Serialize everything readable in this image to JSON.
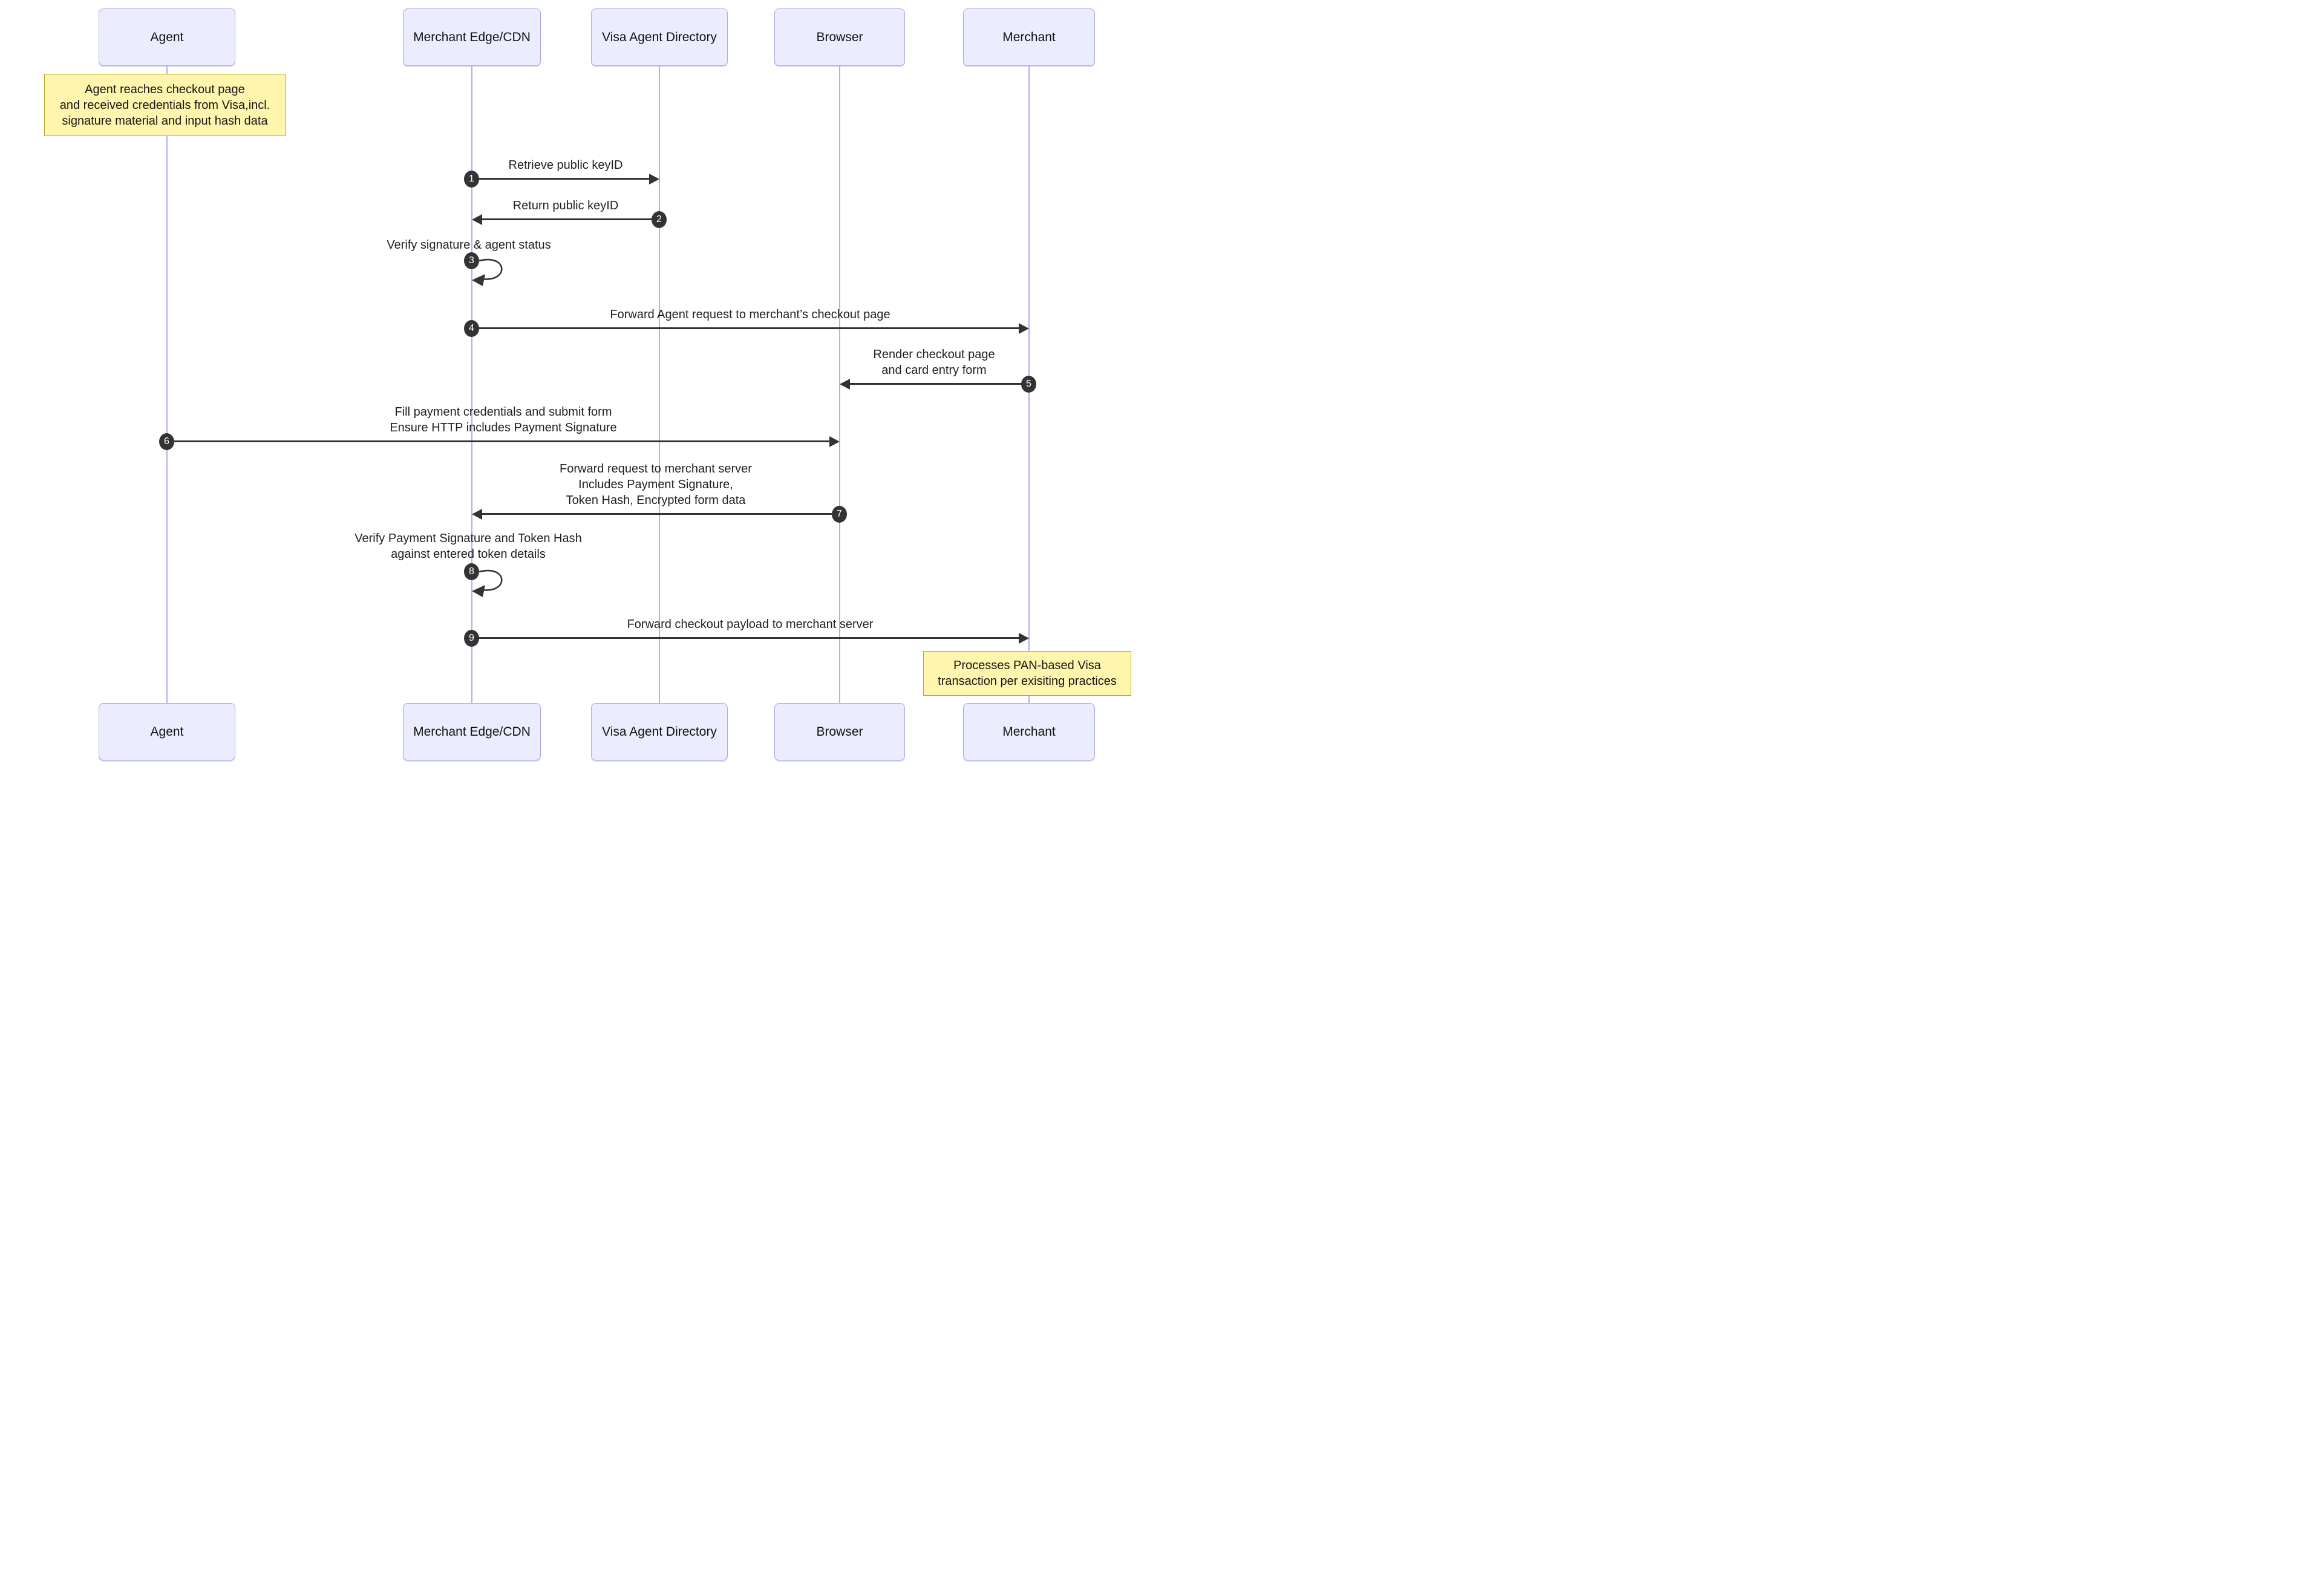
{
  "diagram": {
    "type": "sequence-diagram",
    "background": "#ffffff",
    "colors": {
      "actor_fill": "#ECECFF",
      "actor_border": "#A6A6F1",
      "lifeline": "#AEAEF2",
      "note_fill": "#FFF5AD",
      "note_border": "#AAAA33",
      "arrow": "#333333",
      "number_bg": "#333333",
      "number_text": "#ffffff",
      "text": "#1f1f1f"
    },
    "actors": [
      {
        "label": "Agent"
      },
      {
        "label": "Merchant Edge/CDN"
      },
      {
        "label": "Visa Agent Directory"
      },
      {
        "label": "Browser"
      },
      {
        "label": "Merchant"
      }
    ],
    "notes": [
      {
        "over": "Agent",
        "text": "Agent reaches checkout page\nand received credentials from Visa,incl.\nsignature material and input hash data"
      },
      {
        "over": "Merchant",
        "text": "Processes PAN-based Visa\ntransaction per exisiting practices"
      }
    ],
    "messages": [
      {
        "num": "1",
        "from": "Merchant Edge/CDN",
        "to": "Visa Agent Directory",
        "kind": "arrow-right",
        "text": "Retrieve public keyID"
      },
      {
        "num": "2",
        "from": "Visa Agent Directory",
        "to": "Merchant Edge/CDN",
        "kind": "arrow-left",
        "text": "Return public keyID"
      },
      {
        "num": "3",
        "from": "Merchant Edge/CDN",
        "to": "Merchant Edge/CDN",
        "kind": "self-loop",
        "text": "Verify signature & agent status"
      },
      {
        "num": "4",
        "from": "Merchant Edge/CDN",
        "to": "Merchant",
        "kind": "arrow-right",
        "text": "Forward Agent request to merchant’s checkout page"
      },
      {
        "num": "5",
        "from": "Merchant",
        "to": "Browser",
        "kind": "arrow-left",
        "text": "Render checkout page\nand card entry form"
      },
      {
        "num": "6",
        "from": "Agent",
        "to": "Browser",
        "kind": "arrow-right",
        "text": "Fill payment credentials and submit form\nEnsure HTTP includes Payment Signature"
      },
      {
        "num": "7",
        "from": "Browser",
        "to": "Merchant Edge/CDN",
        "kind": "arrow-left",
        "text": "Forward request to merchant server\nIncludes Payment Signature,\nToken Hash, Encrypted form data"
      },
      {
        "num": "8",
        "from": "Merchant Edge/CDN",
        "to": "Merchant Edge/CDN",
        "kind": "self-loop",
        "text": "Verify Payment Signature and Token Hash\nagainst entered token details"
      },
      {
        "num": "9",
        "from": "Merchant Edge/CDN",
        "to": "Merchant",
        "kind": "arrow-right",
        "text": "Forward checkout payload to merchant server"
      }
    ]
  }
}
